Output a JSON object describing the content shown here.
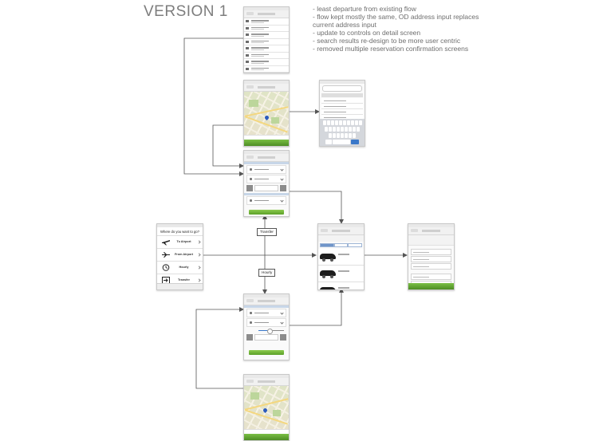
{
  "title": "VERSION 1",
  "notes": [
    "- least departure from existing flow",
    "- flow kept mostly the same, OD address input replaces current address input",
    "- update to controls on detail screen",
    "- search results re-design to be more user centric",
    "- removed multiple reservation confirmation screens"
  ],
  "edge_labels": {
    "transfer": "Transfer",
    "hourly": "Hourly"
  },
  "menu_screen": {
    "question": "Where do you want to go?",
    "items": [
      {
        "label": "To Airport",
        "icon": "plane-up-icon"
      },
      {
        "label": "From Airport",
        "icon": "plane-down-icon"
      },
      {
        "label": "Hourly",
        "icon": "clock-icon"
      },
      {
        "label": "Transfer",
        "icon": "arrow-right-icon"
      }
    ]
  },
  "colors": {
    "accent_green": "#6bb33a",
    "connector": "#555555",
    "nav_blue": "#6f95c9"
  }
}
